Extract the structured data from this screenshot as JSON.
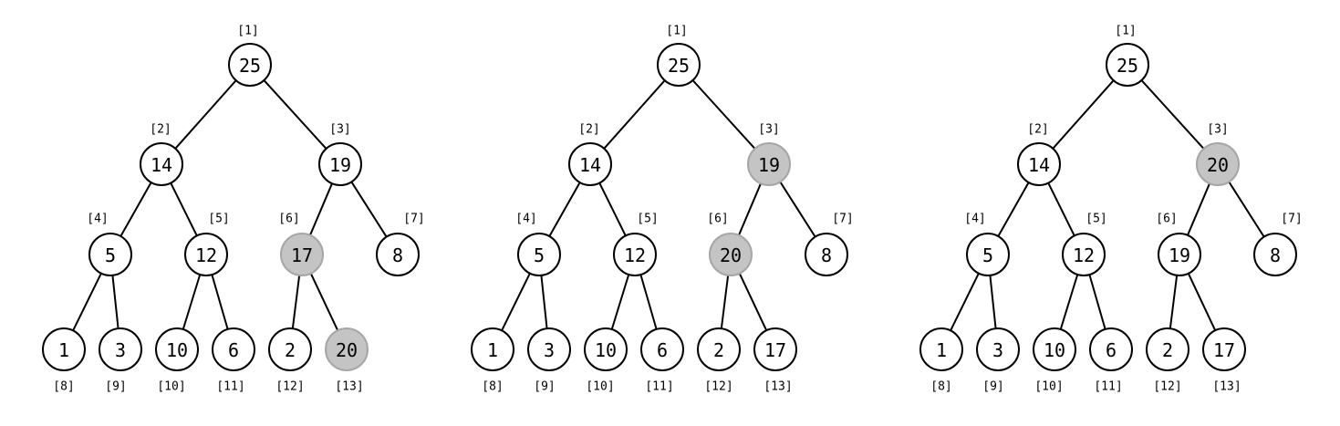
{
  "trees": [
    {
      "name": "heap-step-1",
      "nodes": [
        {
          "index": "[1]",
          "value": "25",
          "highlighted": false
        },
        {
          "index": "[2]",
          "value": "14",
          "highlighted": false
        },
        {
          "index": "[3]",
          "value": "19",
          "highlighted": false
        },
        {
          "index": "[4]",
          "value": "5",
          "highlighted": false
        },
        {
          "index": "[5]",
          "value": "12",
          "highlighted": false
        },
        {
          "index": "[6]",
          "value": "17",
          "highlighted": true
        },
        {
          "index": "[7]",
          "value": "8",
          "highlighted": false
        },
        {
          "index": "[8]",
          "value": "1",
          "highlighted": false
        },
        {
          "index": "[9]",
          "value": "3",
          "highlighted": false
        },
        {
          "index": "[10]",
          "value": "10",
          "highlighted": false
        },
        {
          "index": "[11]",
          "value": "6",
          "highlighted": false
        },
        {
          "index": "[12]",
          "value": "2",
          "highlighted": false
        },
        {
          "index": "[13]",
          "value": "20",
          "highlighted": true
        }
      ]
    },
    {
      "name": "heap-step-2",
      "nodes": [
        {
          "index": "[1]",
          "value": "25",
          "highlighted": false
        },
        {
          "index": "[2]",
          "value": "14",
          "highlighted": false
        },
        {
          "index": "[3]",
          "value": "19",
          "highlighted": true
        },
        {
          "index": "[4]",
          "value": "5",
          "highlighted": false
        },
        {
          "index": "[5]",
          "value": "12",
          "highlighted": false
        },
        {
          "index": "[6]",
          "value": "20",
          "highlighted": true
        },
        {
          "index": "[7]",
          "value": "8",
          "highlighted": false
        },
        {
          "index": "[8]",
          "value": "1",
          "highlighted": false
        },
        {
          "index": "[9]",
          "value": "3",
          "highlighted": false
        },
        {
          "index": "[10]",
          "value": "10",
          "highlighted": false
        },
        {
          "index": "[11]",
          "value": "6",
          "highlighted": false
        },
        {
          "index": "[12]",
          "value": "2",
          "highlighted": false
        },
        {
          "index": "[13]",
          "value": "17",
          "highlighted": false
        }
      ]
    },
    {
      "name": "heap-step-3",
      "nodes": [
        {
          "index": "[1]",
          "value": "25",
          "highlighted": false
        },
        {
          "index": "[2]",
          "value": "14",
          "highlighted": false
        },
        {
          "index": "[3]",
          "value": "20",
          "highlighted": true
        },
        {
          "index": "[4]",
          "value": "5",
          "highlighted": false
        },
        {
          "index": "[5]",
          "value": "12",
          "highlighted": false
        },
        {
          "index": "[6]",
          "value": "19",
          "highlighted": false
        },
        {
          "index": "[7]",
          "value": "8",
          "highlighted": false
        },
        {
          "index": "[8]",
          "value": "1",
          "highlighted": false
        },
        {
          "index": "[9]",
          "value": "3",
          "highlighted": false
        },
        {
          "index": "[10]",
          "value": "10",
          "highlighted": false
        },
        {
          "index": "[11]",
          "value": "6",
          "highlighted": false
        },
        {
          "index": "[12]",
          "value": "2",
          "highlighted": false
        },
        {
          "index": "[13]",
          "value": "17",
          "highlighted": false
        }
      ]
    }
  ],
  "colors": {
    "node_fill": "#ffffff",
    "highlight_fill": "#c4c4c4",
    "stroke": "#000000"
  }
}
